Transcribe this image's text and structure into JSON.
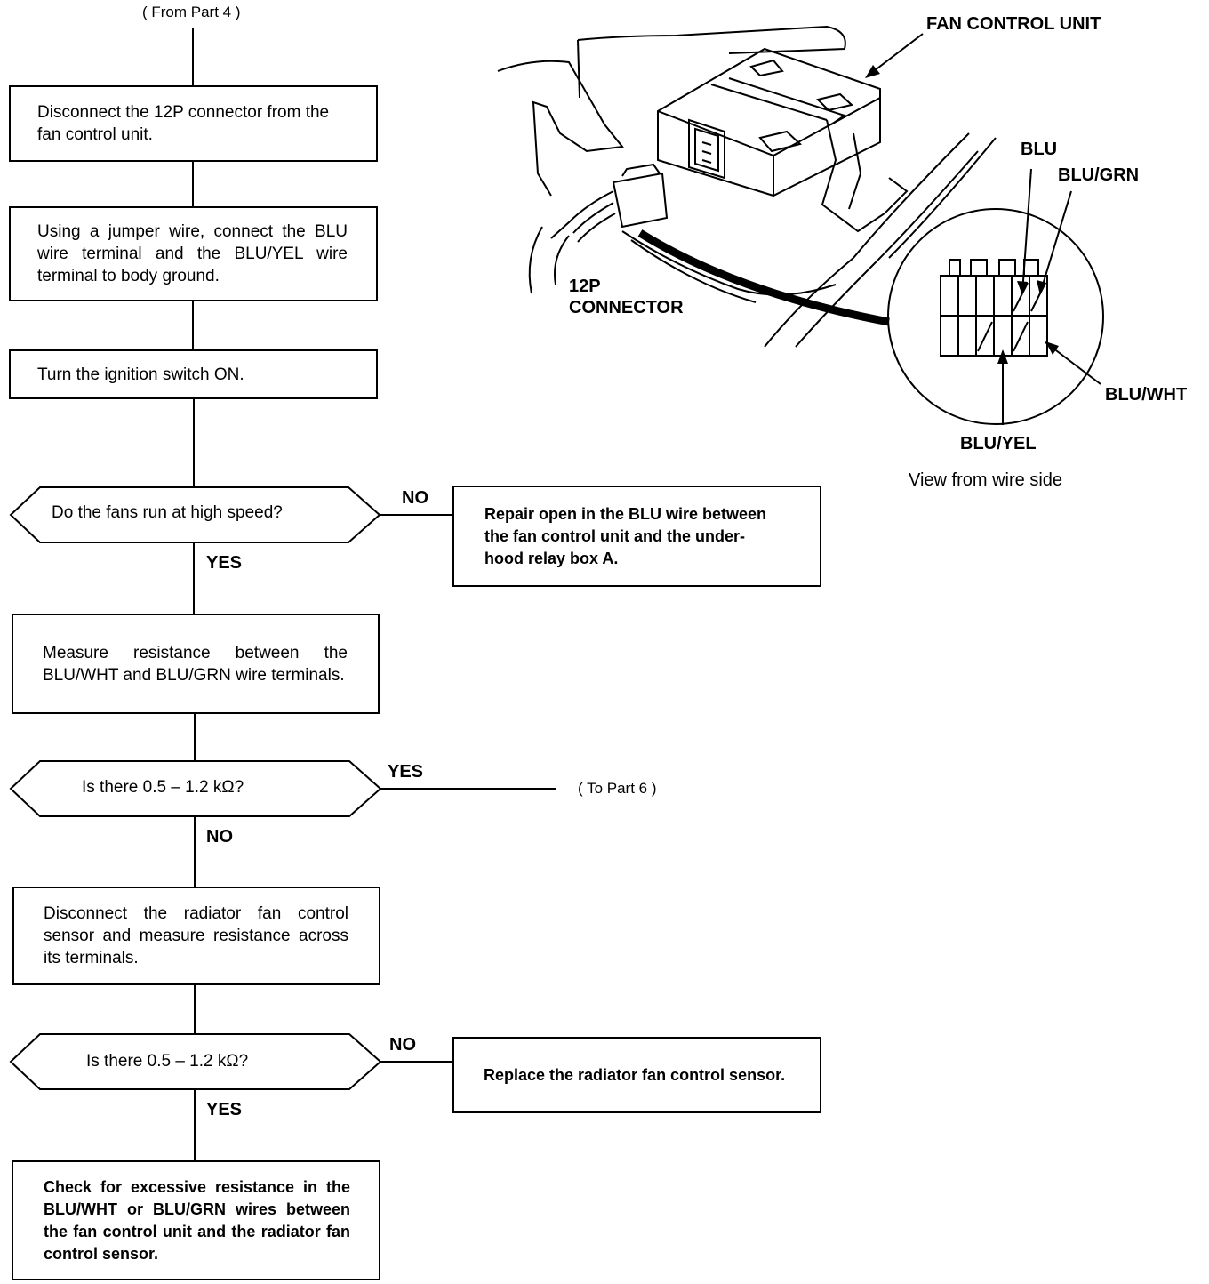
{
  "flow": {
    "from_ref": "( From Part 4 )",
    "to_ref": "( To Part 6 )",
    "step1": "Disconnect the 12P connector from the fan control unit.",
    "step2": "Using a jumper wire, connect the BLU wire terminal and the BLU/YEL wire terminal to body ground.",
    "step3": "Turn the ignition switch ON.",
    "decision1": "Do the fans run at high speed?",
    "decision1_no": "NO",
    "decision1_yes": "YES",
    "action1": "Repair open in the BLU wire between the fan control unit and the under-hood relay box A.",
    "step4": "Measure resistance between the BLU/WHT and BLU/GRN wire terminals.",
    "decision2": "Is there 0.5 – 1.2 kΩ?",
    "decision2_yes": "YES",
    "decision2_no": "NO",
    "step5": "Disconnect the radiator fan control sensor and measure resistance across its terminals.",
    "decision3": "Is there 0.5 – 1.2 kΩ?",
    "decision3_no": "NO",
    "decision3_yes": "YES",
    "action2": "Replace the radiator fan control sensor.",
    "step6": "Check for excessive resistance in the BLU/WHT or BLU/GRN wires between the fan control unit and the radiator fan control sensor."
  },
  "illustration": {
    "fan_control_unit": "FAN CONTROL UNIT",
    "connector_line1": "12P",
    "connector_line2": "CONNECTOR",
    "wire_blu": "BLU",
    "wire_blu_grn": "BLU/GRN",
    "wire_blu_wht": "BLU/WHT",
    "wire_blu_yel": "BLU/YEL",
    "view_caption": "View from wire side"
  }
}
